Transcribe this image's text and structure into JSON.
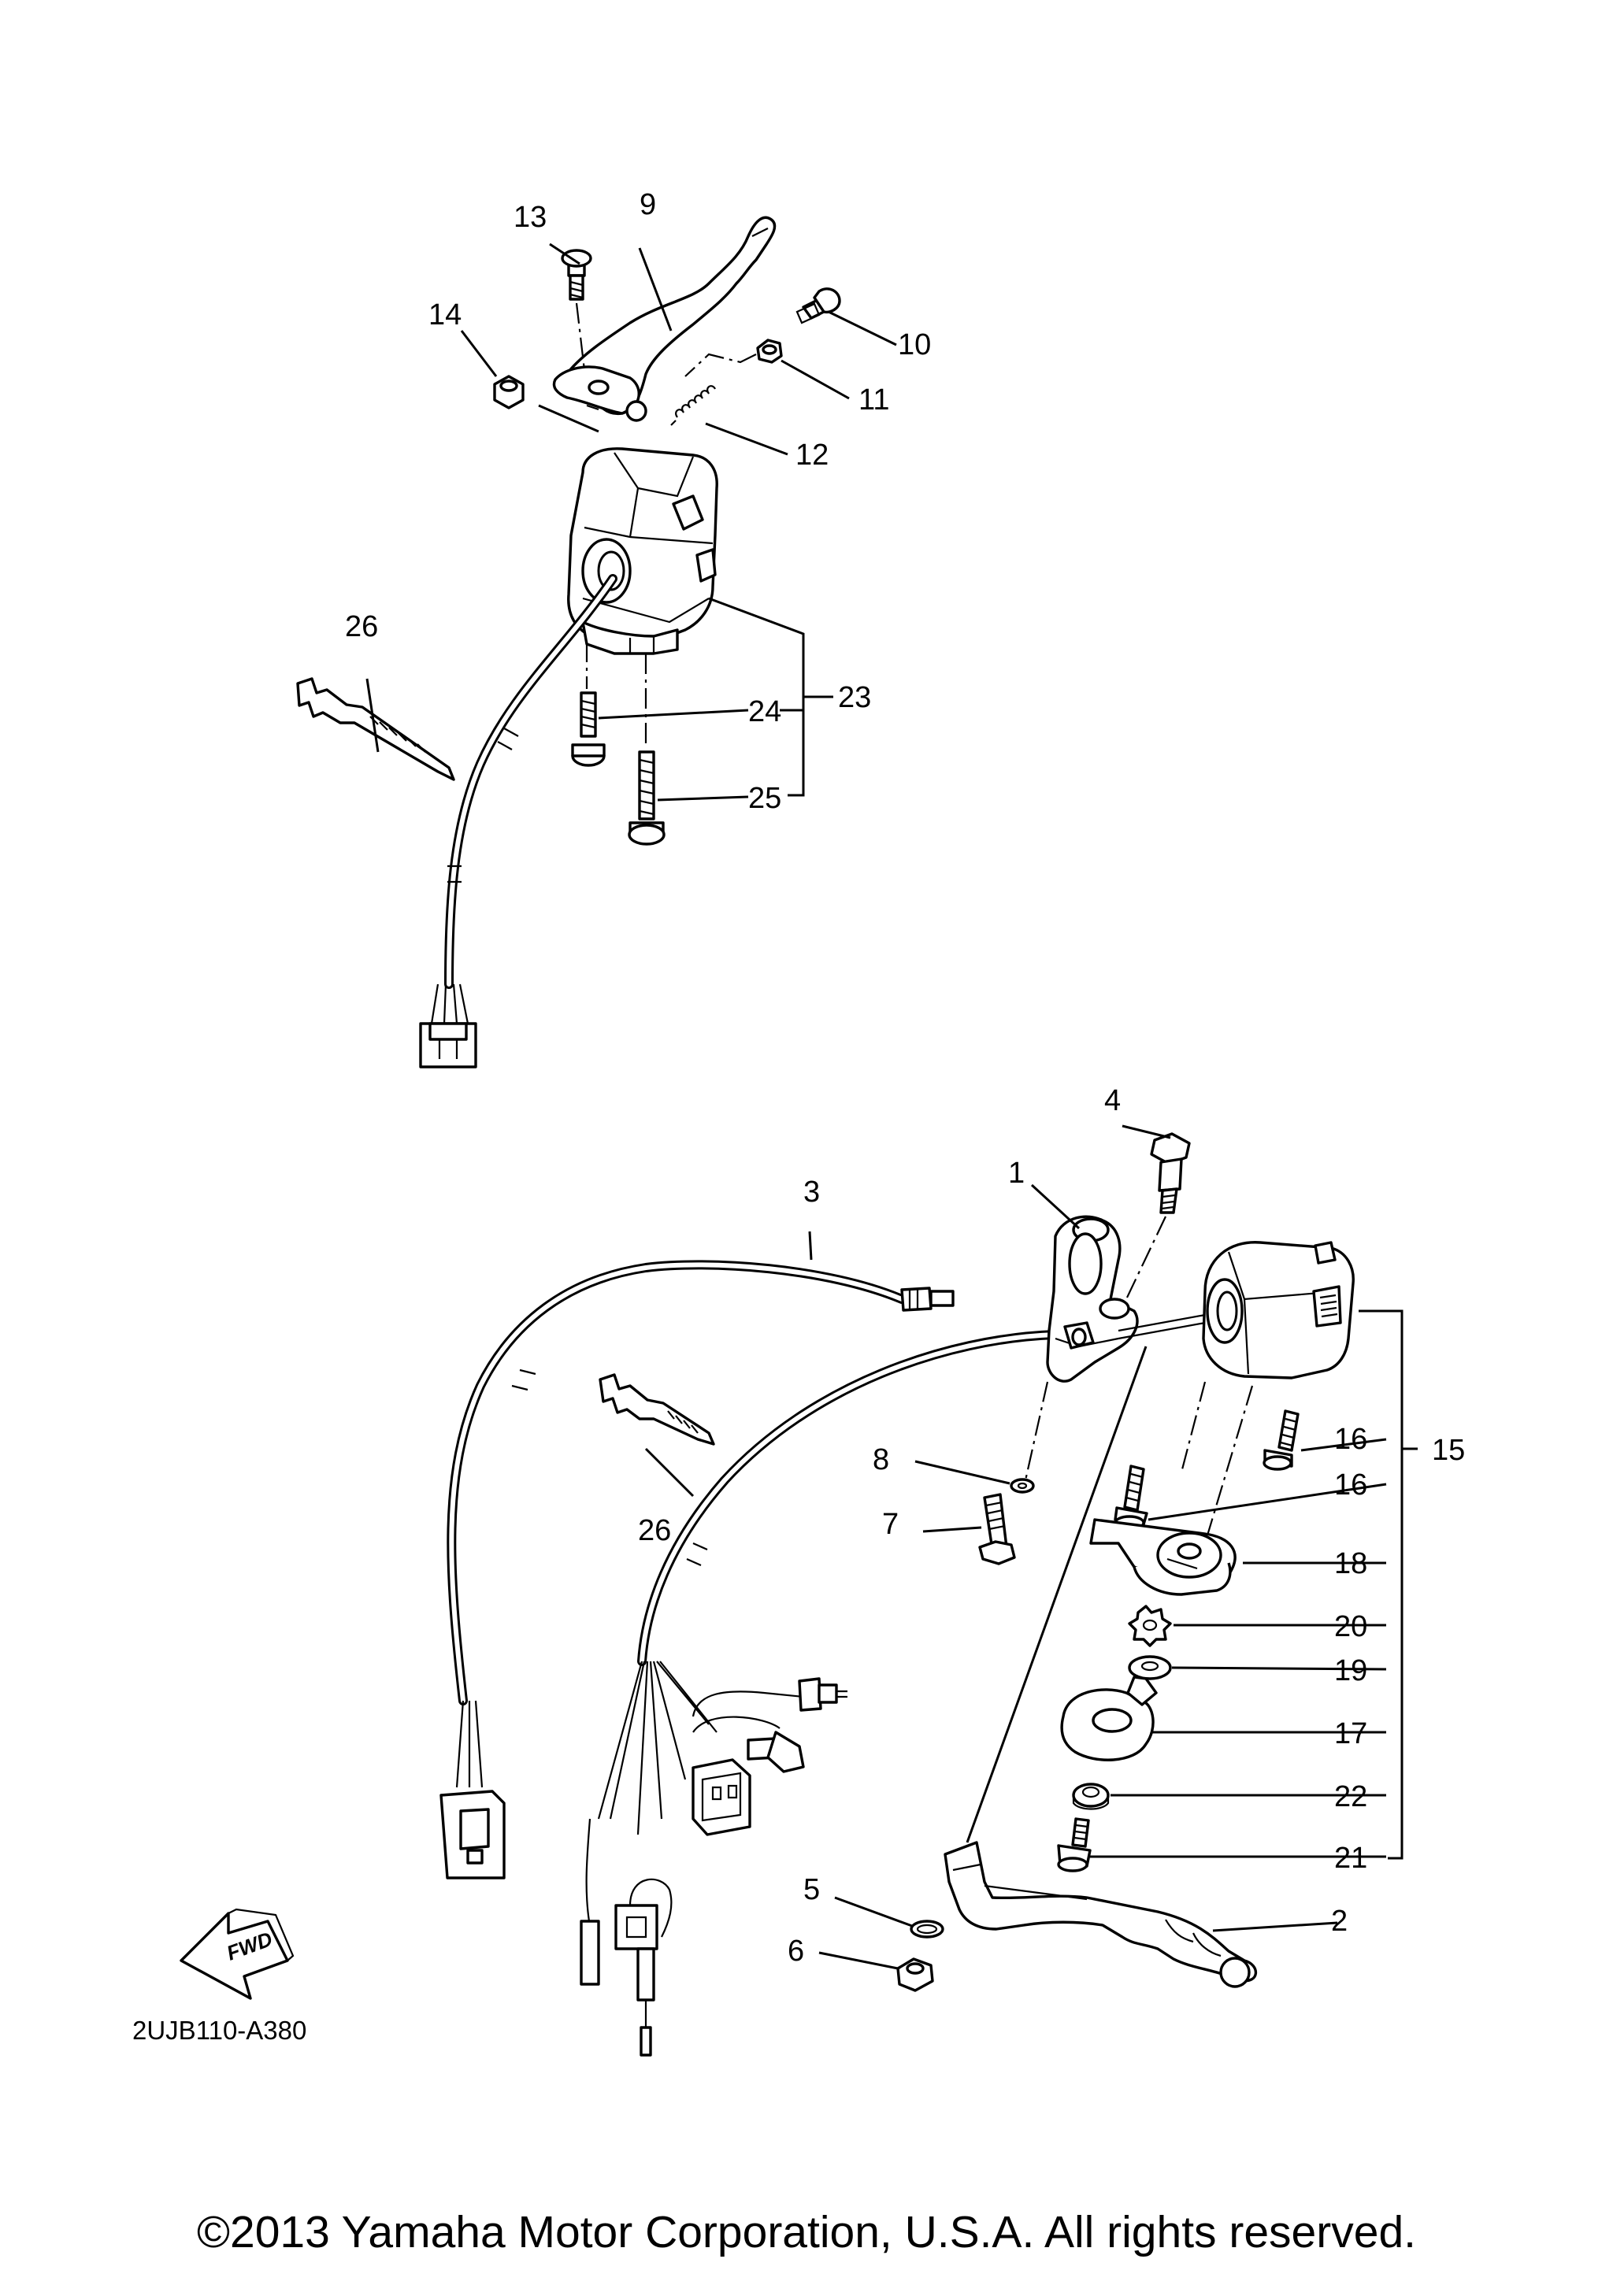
{
  "diagram": {
    "callouts": [
      {
        "id": "1",
        "text": "1"
      },
      {
        "id": "2",
        "text": "2"
      },
      {
        "id": "3",
        "text": "3"
      },
      {
        "id": "4",
        "text": "4"
      },
      {
        "id": "5",
        "text": "5"
      },
      {
        "id": "6",
        "text": "6"
      },
      {
        "id": "7",
        "text": "7"
      },
      {
        "id": "8",
        "text": "8"
      },
      {
        "id": "9",
        "text": "9"
      },
      {
        "id": "10",
        "text": "10"
      },
      {
        "id": "11",
        "text": "11"
      },
      {
        "id": "12",
        "text": "12"
      },
      {
        "id": "13",
        "text": "13"
      },
      {
        "id": "14",
        "text": "14"
      },
      {
        "id": "15",
        "text": "15"
      },
      {
        "id": "16a",
        "text": "16"
      },
      {
        "id": "16b",
        "text": "16"
      },
      {
        "id": "17",
        "text": "17"
      },
      {
        "id": "18",
        "text": "18"
      },
      {
        "id": "19",
        "text": "19"
      },
      {
        "id": "20",
        "text": "20"
      },
      {
        "id": "21",
        "text": "21"
      },
      {
        "id": "22",
        "text": "22"
      },
      {
        "id": "23",
        "text": "23"
      },
      {
        "id": "24",
        "text": "24"
      },
      {
        "id": "25",
        "text": "25"
      },
      {
        "id": "26a",
        "text": "26"
      },
      {
        "id": "26b",
        "text": "26"
      }
    ],
    "fwd_arrow_text": "FWD",
    "drawing_code": "2UJB110-A380",
    "copyright": "©2013 Yamaha Motor Corporation, U.S.A. All rights reserved."
  }
}
